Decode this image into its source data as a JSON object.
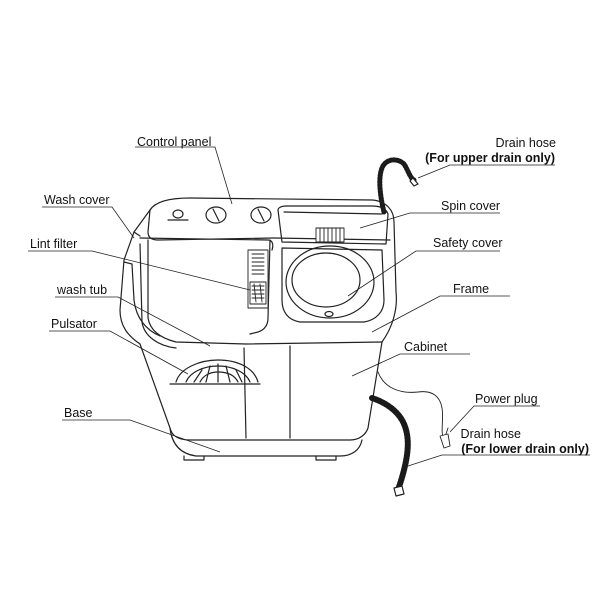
{
  "labels": {
    "control_panel": "Control panel",
    "wash_cover": "Wash cover",
    "lint_filter": "Lint filter",
    "wash_tub": "wash tub",
    "pulsator": "Pulsator",
    "base": "Base",
    "drain_hose_upper": "Drain hose",
    "drain_hose_upper_note": "(For upper drain only)",
    "spin_cover": "Spin cover",
    "safety_cover": "Safety cover",
    "frame": "Frame",
    "cabinet": "Cabinet",
    "power_plug": "Power plug",
    "drain_hose_lower": "Drain hose",
    "drain_hose_lower_note": "(For lower drain only)"
  },
  "colors": {
    "line": "#222222",
    "hose": "#1a1a1a",
    "fill": "#ffffff"
  }
}
